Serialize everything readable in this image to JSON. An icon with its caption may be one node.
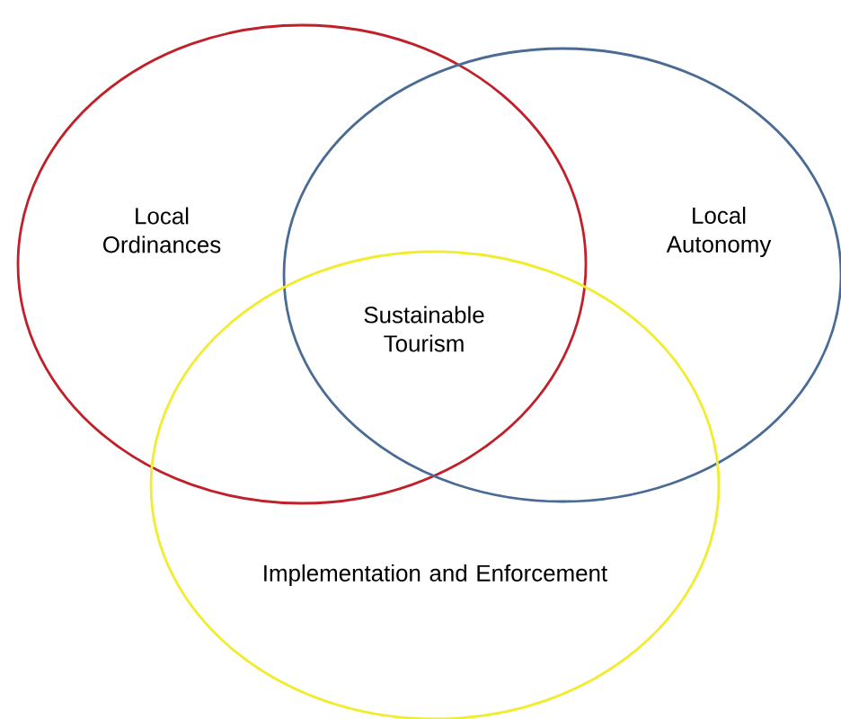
{
  "diagram": {
    "nodes": [
      {
        "text": [
          "Local Ordinances"
        ]
      },
      {
        "text": [
          "Local Autonomy"
        ]
      },
      {
        "text": [
          "Implementation and Enforcement"
        ]
      }
    ],
    "labels": [
      "Sustainable Tourism"
    ]
  }
}
